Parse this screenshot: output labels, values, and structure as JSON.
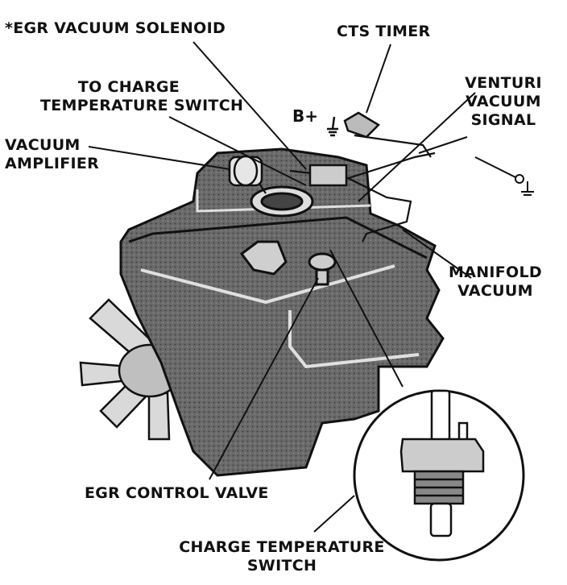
{
  "labels": {
    "egr_vacuum_solenoid": "*EGR VACUUM SOLENOID",
    "cts_timer": "CTS TIMER",
    "to_charge_temp_1": "TO CHARGE",
    "to_charge_temp_2": "TEMPERATURE SWITCH",
    "venturi_1": "VENTURI",
    "venturi_2": "VACUUM",
    "venturi_3": "SIGNAL",
    "vacuum_amp_1": "VACUUM",
    "vacuum_amp_2": "AMPLIFIER",
    "b_plus": "B+",
    "manifold_1": "MANIFOLD",
    "manifold_2": "VACUUM",
    "egr_control_valve": "EGR CONTROL VALVE",
    "charge_temp_1": "CHARGE TEMPERATURE",
    "charge_temp_2": "SWITCH"
  },
  "colors": {
    "ink": "#111111",
    "shade": "#555555",
    "background": "#ffffff"
  }
}
